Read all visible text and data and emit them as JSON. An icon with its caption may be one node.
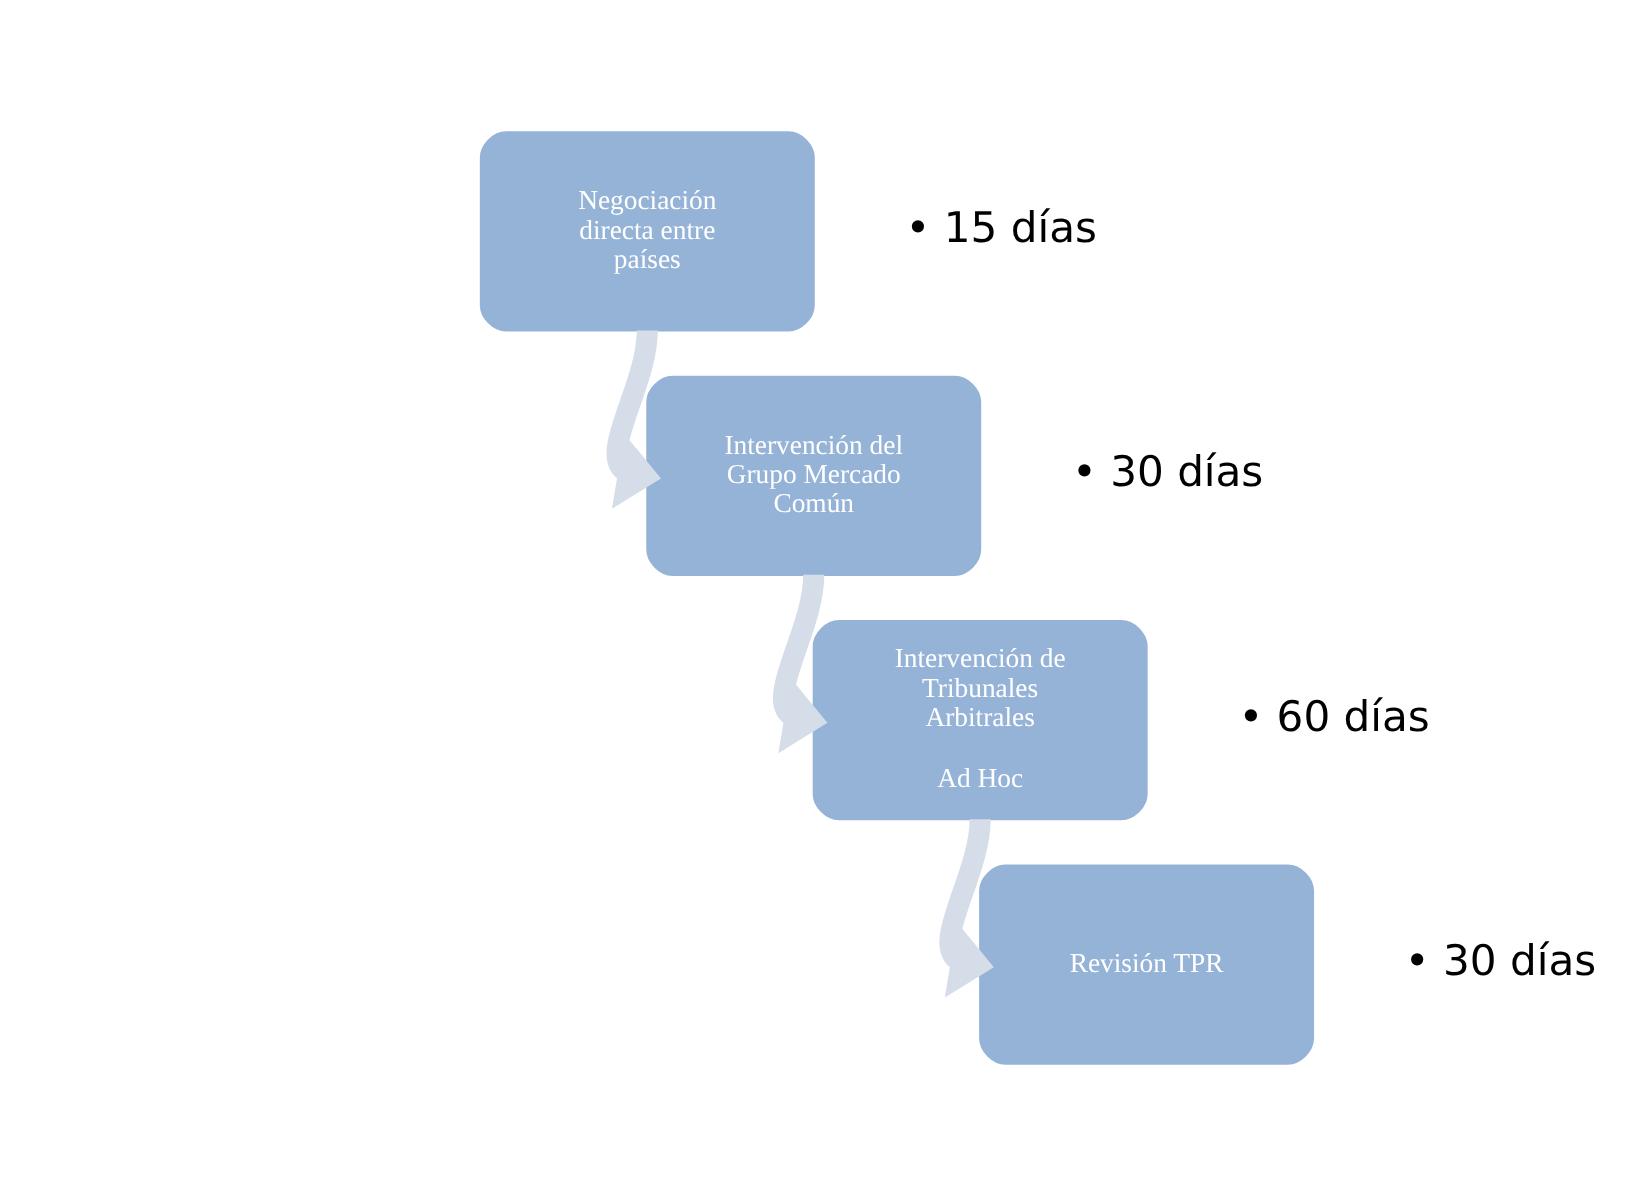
{
  "diagram": {
    "nodes": [
      {
        "text": [
          "Negociación directa entre países"
        ],
        "beside": [
          "• 15 días"
        ]
      },
      {
        "text": [
          "Intervención del Grupo Mercado Común"
        ],
        "beside": [
          "• 30 días"
        ]
      },
      {
        "text": [
          "Intervención de Tribunales Arbitrales",
          "Ad Hoc"
        ],
        "beside": [
          "• 60 días"
        ]
      },
      {
        "text": [
          "Revisión TPR"
        ],
        "beside": [
          "• 30 días"
        ]
      }
    ],
    "edges": [
      {
        "from": 0,
        "to": 1,
        "arrow": "to"
      },
      {
        "from": 1,
        "to": 2,
        "arrow": "to"
      },
      {
        "from": 2,
        "to": 3,
        "arrow": "to"
      }
    ]
  }
}
